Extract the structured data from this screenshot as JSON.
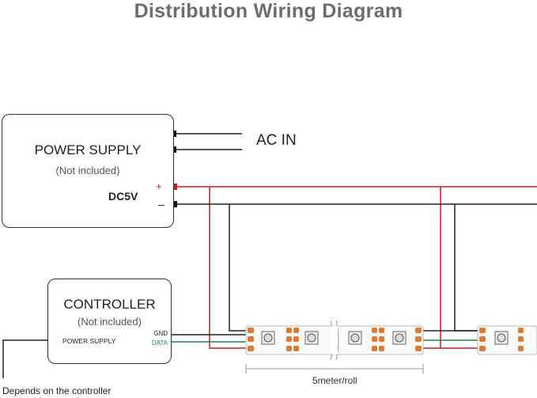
{
  "title": "Distribution Wiring Diagram",
  "power_supply": {
    "name": "POWER SUPPLY",
    "note": "(Not included)",
    "output_label": "DC5V",
    "plus_symbol": "+",
    "minus_symbol": "–"
  },
  "ac_input_label": "AC IN",
  "controller": {
    "name": "CONTROLLER",
    "note": "(Not included)",
    "power_port_label": "POWER SUPPLY",
    "gnd_label": "GND",
    "data_label": "DATA"
  },
  "strip_length_label": "5meter/roll",
  "controller_power_note": "Depends on the controller",
  "colors": {
    "positive_wire": "#c41e1e",
    "ground_wire": "#222222",
    "data_wire": "#1a8a3a",
    "title_gray": "#6d6d6d",
    "pad_orange": "#e07a2c"
  },
  "icons": [
    "led-chip-icon",
    "solder-pad-icon",
    "cut-mark-icon"
  ]
}
